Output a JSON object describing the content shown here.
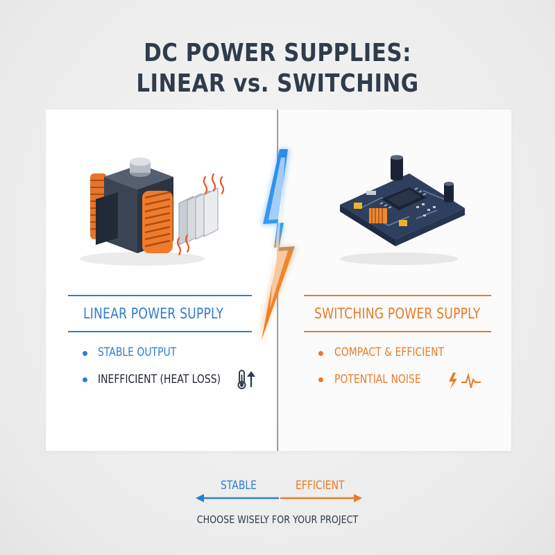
{
  "title": {
    "line1": "DC POWER SUPPLIES:",
    "line2": "LINEAR vs. SWITCHING"
  },
  "linear": {
    "heading": "LINEAR POWER SUPPLY",
    "bullets": [
      "STABLE OUTPUT",
      "INEFFICIENT (HEAT LOSS)"
    ],
    "icon": "thermometer-rising-icon",
    "color": "#2b7fd0"
  },
  "switching": {
    "heading": "SWITCHING POWER SUPPLY",
    "bullets": [
      "COMPACT & EFFICIENT",
      "POTENTIAL NOISE"
    ],
    "icon": "lightning-noise-icon",
    "color": "#ec7a24"
  },
  "footer": {
    "left_label": "STABLE",
    "right_label": "EFFICIENT",
    "note": "CHOOSE WISELY FOR YOUR PROJECT"
  }
}
